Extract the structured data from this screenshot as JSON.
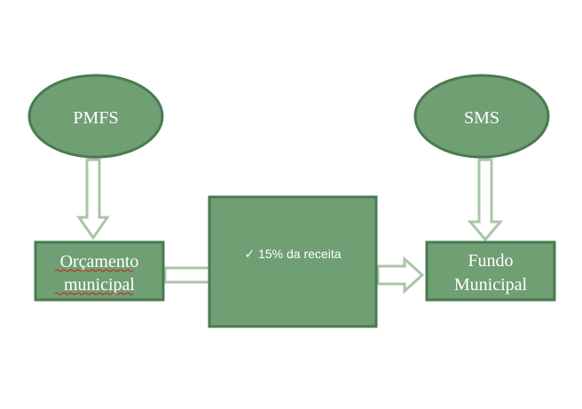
{
  "diagram": {
    "colors": {
      "fill": "#6f9f73",
      "stroke": "#4a7a52",
      "arrow_fill": "#ffffff",
      "arrow_stroke": "#a9c6a6",
      "text": "#ffffff",
      "spellcheck": "#d02020"
    },
    "nodes": {
      "pmfs": {
        "label": "PMFS"
      },
      "sms": {
        "label": "SMS"
      },
      "orcamento": {
        "line1": "Orçamento",
        "line2": "municipal"
      },
      "center": {
        "check_icon": "check-icon",
        "label": "✓ 15% da receita"
      },
      "fundo": {
        "line1": "Fundo",
        "line2": "Municipal"
      }
    }
  }
}
